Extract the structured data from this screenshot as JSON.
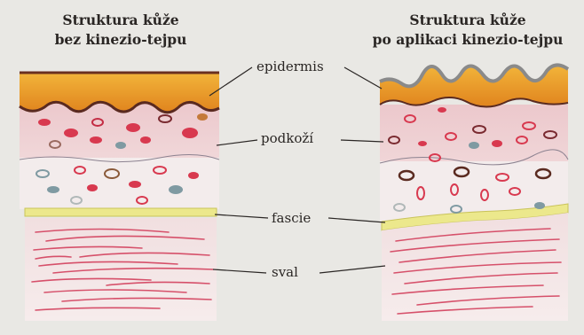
{
  "titles": {
    "left": [
      "Struktura kůže",
      "bez kinezio-tejpu"
    ],
    "right": [
      "Struktura kůže",
      "po aplikaci kinezio-tejpu"
    ]
  },
  "labels": {
    "epidermis": "epidermis",
    "subcutis": "podkoží",
    "fascia": "fascie",
    "muscle": "sval"
  },
  "colors": {
    "epidermis": "#e89a2a",
    "epidermis_edge": "#5a2a20",
    "tape": "#8a8a8a",
    "cells_red": "#d8394f",
    "fascia": "#ece88c",
    "muscle": "#d6506a",
    "subcutis_bg": "#efd9dc",
    "page_bg": "#e9e8e4"
  }
}
